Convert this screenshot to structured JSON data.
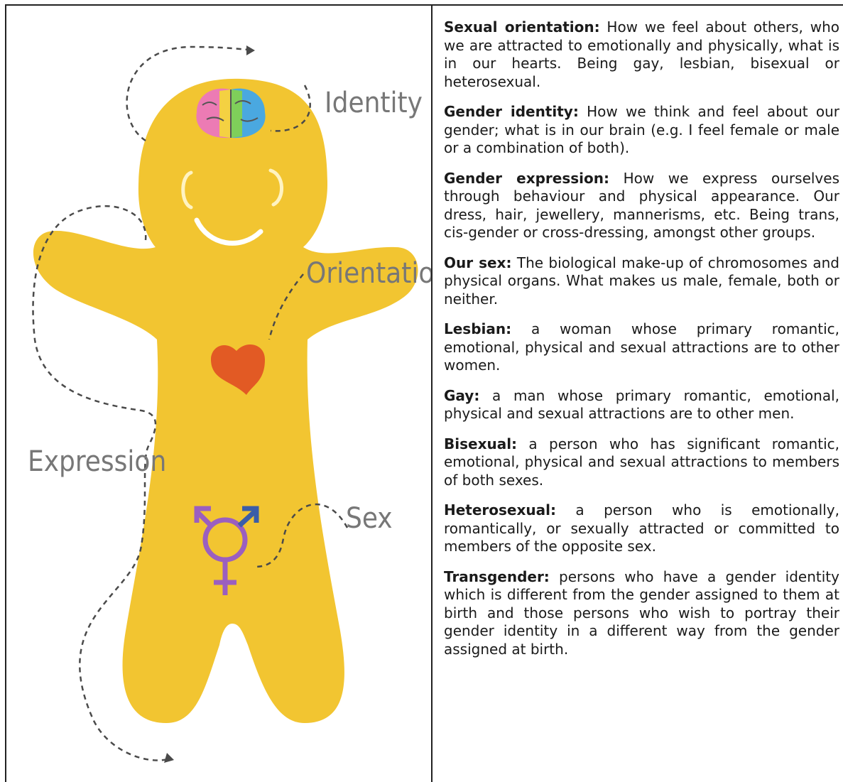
{
  "illustration": {
    "labels": {
      "identity": "Identity",
      "orientation": "Orientation",
      "expression": "Expression",
      "sex": "Sex"
    },
    "colors": {
      "body": "#f2c531",
      "heart": "#e25a24",
      "symbol": "#9b5fbf",
      "dashed": "#4a4a4a"
    }
  },
  "definitions": [
    {
      "term": "Sexual orientation:",
      "text": " How we feel about others, who we are attracted to emotionally and physically, what is in our hearts. Being gay, lesbian, bisexual or heterosexual."
    },
    {
      "term": "Gender identity:",
      "text": " How we think and feel about our gender; what is in our brain (e.g. I feel female or male or a combination of both)."
    },
    {
      "term": "Gender expression:",
      "text": " How we express ourselves through behaviour and physical appearance. Our dress, hair, jewellery, mannerisms, etc. Being trans, cis-gender or cross-dressing, amongst other groups."
    },
    {
      "term": "Our sex:",
      "text": " The biological make-up of chromosomes and physical organs. What makes us male, female, both or neither."
    },
    {
      "term": "Lesbian:",
      "text": " a woman whose primary romantic, emotional, physical and sexual attractions are to other women."
    },
    {
      "term": "Gay:",
      "text": " a man whose primary romantic, emotional, physical and sexual attractions are to other men."
    },
    {
      "term": "Bisexual:",
      "text": " a person who has significant romantic, emotional, physical and sexual attractions to members of both sexes."
    },
    {
      "term": "Heterosexual:",
      "text": " a person who is emotionally, romantically, or sexually attracted or committed to members of the opposite sex."
    },
    {
      "term": "Transgender:",
      "text": " persons who have a gender identity which is different from the gender assigned to them at birth and those persons who wish to portray their gender identity in a different way from the gender assigned at birth."
    }
  ]
}
